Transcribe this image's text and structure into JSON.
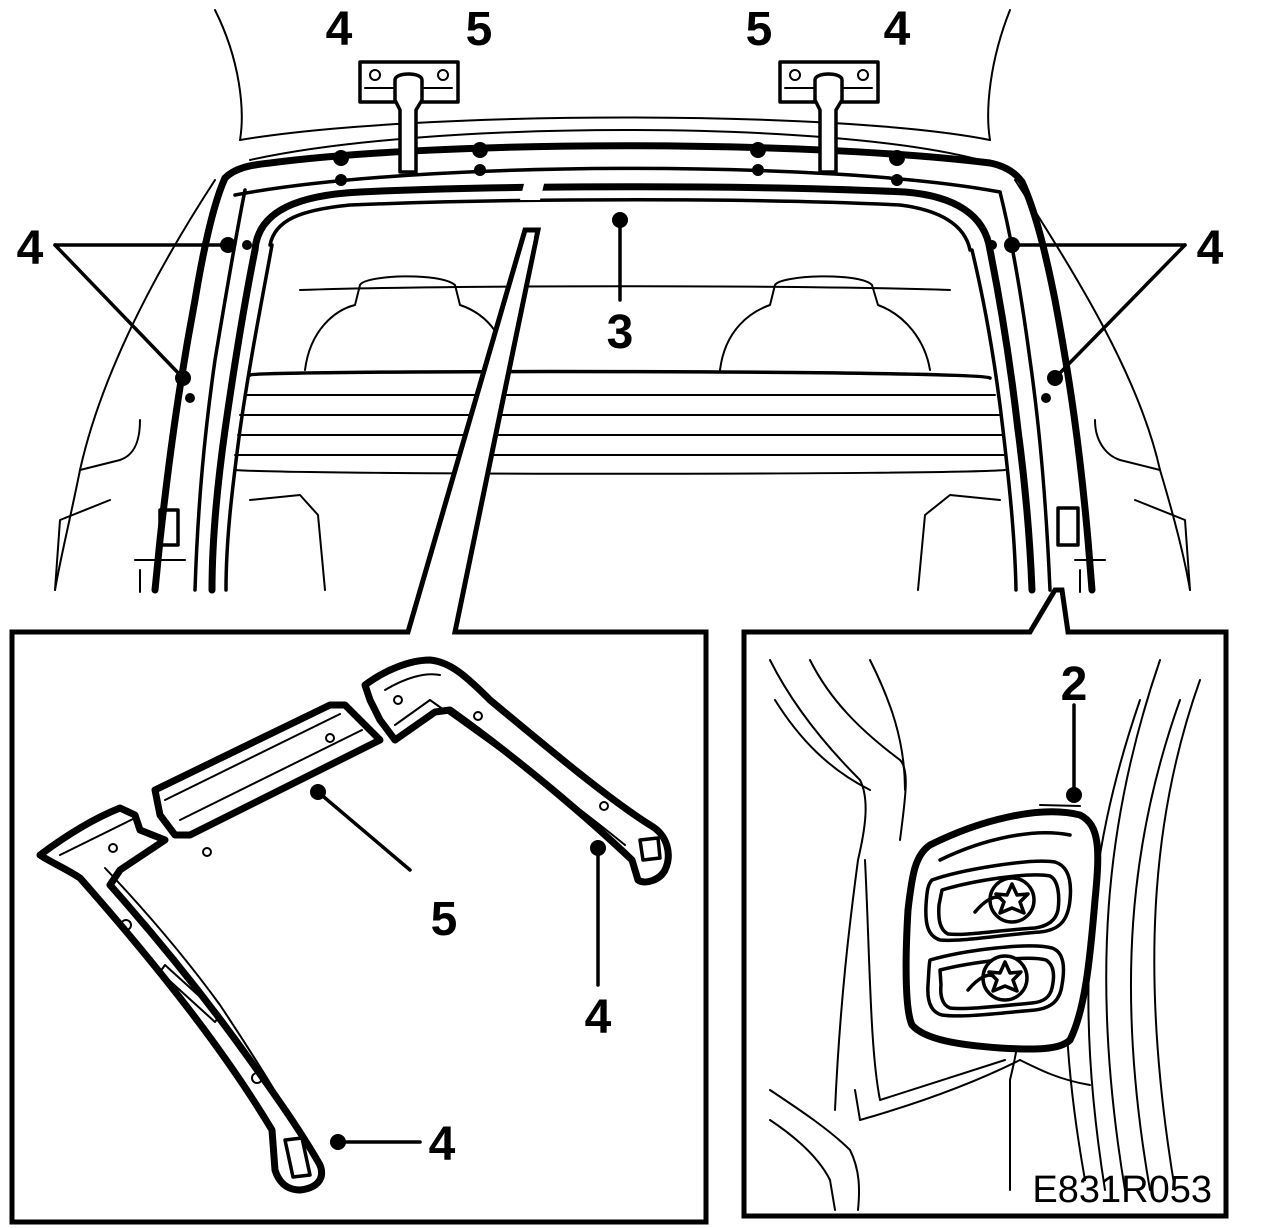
{
  "callouts": {
    "top_left_4": "4",
    "top_left_5": "5",
    "top_right_5": "5",
    "top_right_4": "4",
    "side_left_4": "4",
    "side_right_4": "4",
    "center_3": "3",
    "inset_right_2": "2",
    "inset_left_5": "5",
    "inset_left_4_right": "4",
    "inset_left_4_bottom": "4"
  },
  "figure_code": "E831R053",
  "colors": {
    "line": "#000000",
    "background": "#ffffff"
  }
}
